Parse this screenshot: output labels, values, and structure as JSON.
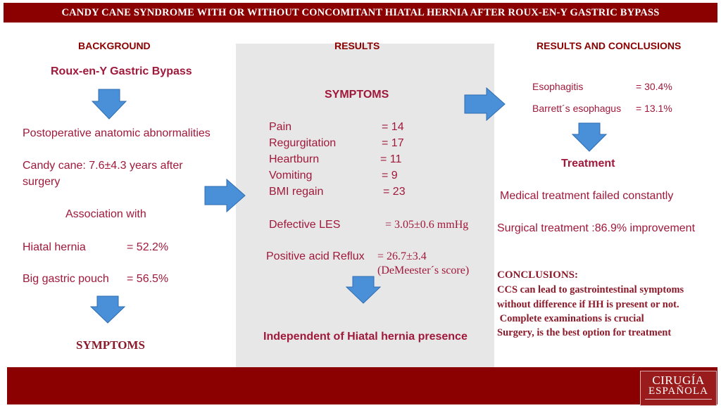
{
  "title": "CANDY CANE SYNDROME WITH OR WITHOUT CONCOMITANT HIATAL HERNIA AFTER ROUX-EN-Y GASTRIC BYPASS",
  "background": {
    "header": "BACKGROUND",
    "subtitle": "Roux-en-Y Gastric Bypass",
    "postop": "Postoperative anatomic abnormalities",
    "candy_line1": "Candy cane: 7.6±4.3 years after",
    "candy_line2": "surgery",
    "association": "Association with",
    "hiatal_label": "Hiatal hernia",
    "hiatal_value": "= 52.2%",
    "pouch_label": "Big gastric pouch",
    "pouch_value": "= 56.5%",
    "symptoms": "SYMPTOMS"
  },
  "results": {
    "header": "RESULTS",
    "symptoms_header": "SYMPTOMS",
    "symptoms": [
      {
        "label": "Pain",
        "value": "=  14"
      },
      {
        "label": "Regurgitation",
        "value": "=  17"
      },
      {
        "label": "Heartburn",
        "value": "=  11"
      },
      {
        "label": "Vomiting",
        "value": "=    9"
      },
      {
        "label": "BMI  regain",
        "value": "=  23"
      }
    ],
    "les_label": "Defective LES",
    "les_value": "=  3.05±0.6 mmHg",
    "reflux_label": "Positive acid Reflux",
    "reflux_value": "= 26.7±3.4",
    "reflux_note": "(DeMeester´s score)",
    "independent": "Independent  of Hiatal hernia presence"
  },
  "conclusions": {
    "header": "RESULTS AND CONCLUSIONS",
    "esophagitis_label": "Esophagitis",
    "esophagitis_value": "= 30.4%",
    "barrett_label": "Barrett´s  esophagus",
    "barrett_value": "= 13.1%",
    "treatment": "Treatment",
    "medical": "Medical treatment failed constantly",
    "surgical": "Surgical treatment :86.9%  improvement",
    "conclusions_title": "CONCLUSIONS:",
    "lines": [
      "CCS can lead to gastrointestinal symptoms",
      "without difference if HH is present or not.",
      " Complete examinations is crucial",
      "Surgery, is the best option for treatment"
    ]
  },
  "logo": {
    "line1": "CIRUGÍA",
    "line2": "ESPAÑOLA"
  },
  "colors": {
    "title_bar": "#8b0000",
    "text": "#a0183a",
    "arrow": "#4a90d9",
    "panel": "#e7e7e7"
  }
}
